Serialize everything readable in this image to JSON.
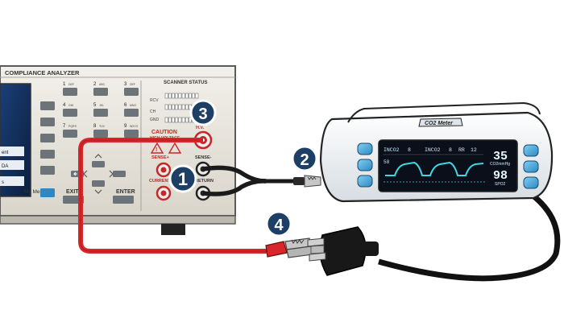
{
  "analyzer": {
    "title": "COMPLIANCE ANALYZER",
    "scanner_title": "SCANNER STATUS",
    "scanner_rows": [
      "RCV",
      "CH",
      "GND"
    ],
    "screen_items": [
      "ent",
      "DA",
      "s"
    ],
    "keypad": [
      {
        "num": "1",
        "sub": "DEF"
      },
      {
        "num": "2",
        "sub": "ABC"
      },
      {
        "num": "3",
        "sub": "DEF"
      },
      {
        "num": "4",
        "sub": "GHI"
      },
      {
        "num": "5",
        "sub": "JKL"
      },
      {
        "num": "6",
        "sub": "MNO"
      },
      {
        "num": "7",
        "sub": "PQRS"
      },
      {
        "num": "8",
        "sub": "TUV"
      },
      {
        "num": "9",
        "sub": "WXYZ"
      }
    ],
    "buttons": {
      "exit": "EXIT",
      "enter": "ENTER",
      "my_menu": "My Menu"
    },
    "caution": {
      "title": "CAUTION",
      "subtitle": "HIGH VOLTAGE"
    },
    "jacks": {
      "hv": "H.V.",
      "sense_pos": "SENSE+",
      "sense_neg": "SENSE-",
      "current": "CURRENT",
      "return": "RETURN"
    }
  },
  "monitor": {
    "brand": "CO2 Meter",
    "header_segments": [
      "INCO2",
      "8",
      "INCO2",
      "8",
      "RR",
      "12"
    ],
    "wave_label": "58",
    "value1": "35",
    "unit1": "CO2mmHg",
    "value2": "98",
    "unit2": "SPO2"
  },
  "callouts": [
    "1",
    "2",
    "3",
    "4"
  ],
  "colors": {
    "red_lead": "#d8262b",
    "black_lead": "#1b1b1b",
    "callout": "#1d3f66",
    "panel": "#e8e5dd",
    "screen": "#11284a",
    "key": "#6c7479",
    "monitor_screen": "#0a0f1a",
    "wave": "#3fd7e4"
  }
}
